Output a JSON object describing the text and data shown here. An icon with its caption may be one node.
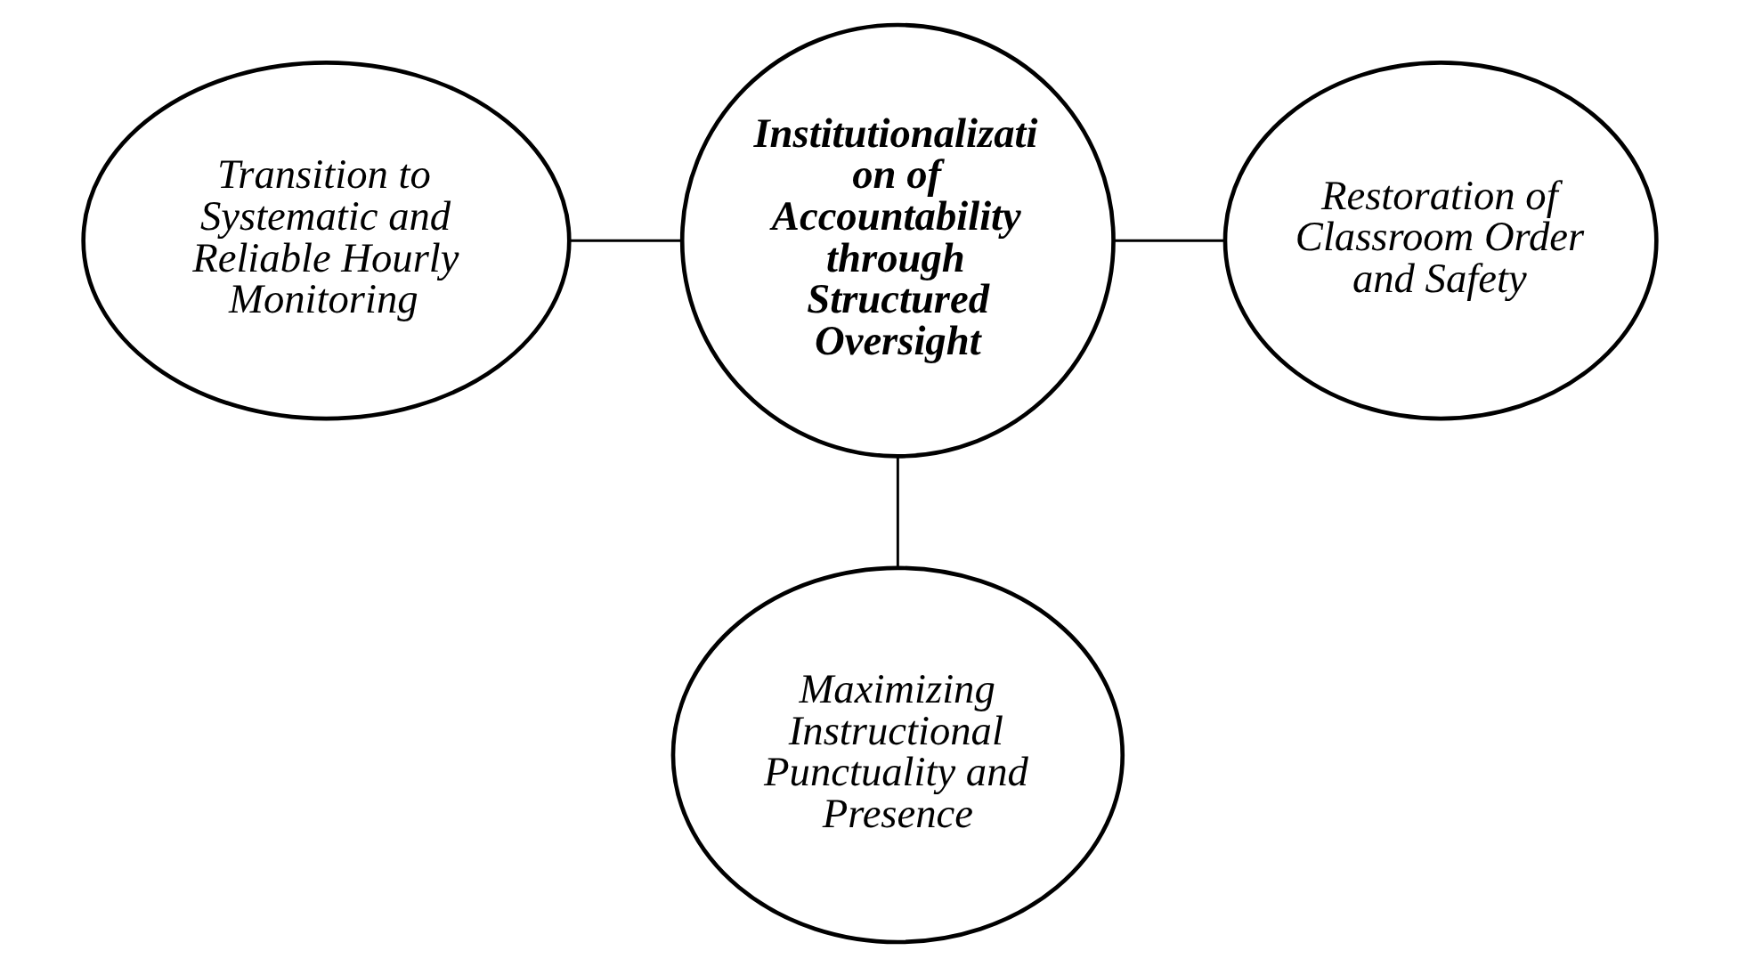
{
  "diagram": {
    "nodes": [
      {
        "text": [
          "Maximizing Instructional Punctuality and Presence"
        ]
      },
      {
        "text": [
          "Transition to Systematic and Reliable Hourly Monitoring"
        ]
      },
      {
        "text": [
          "Institutionalizati on of Accountability through Structured Oversight"
        ]
      },
      {
        "text": [
          "Restoration of Classroom Order and Safety"
        ]
      }
    ],
    "edges": [
      {
        "from": 2,
        "to": 0,
        "arrow": "none"
      },
      {
        "from": 1,
        "to": 2,
        "arrow": "none"
      },
      {
        "from": 2,
        "to": 3,
        "arrow": "none"
      }
    ]
  }
}
